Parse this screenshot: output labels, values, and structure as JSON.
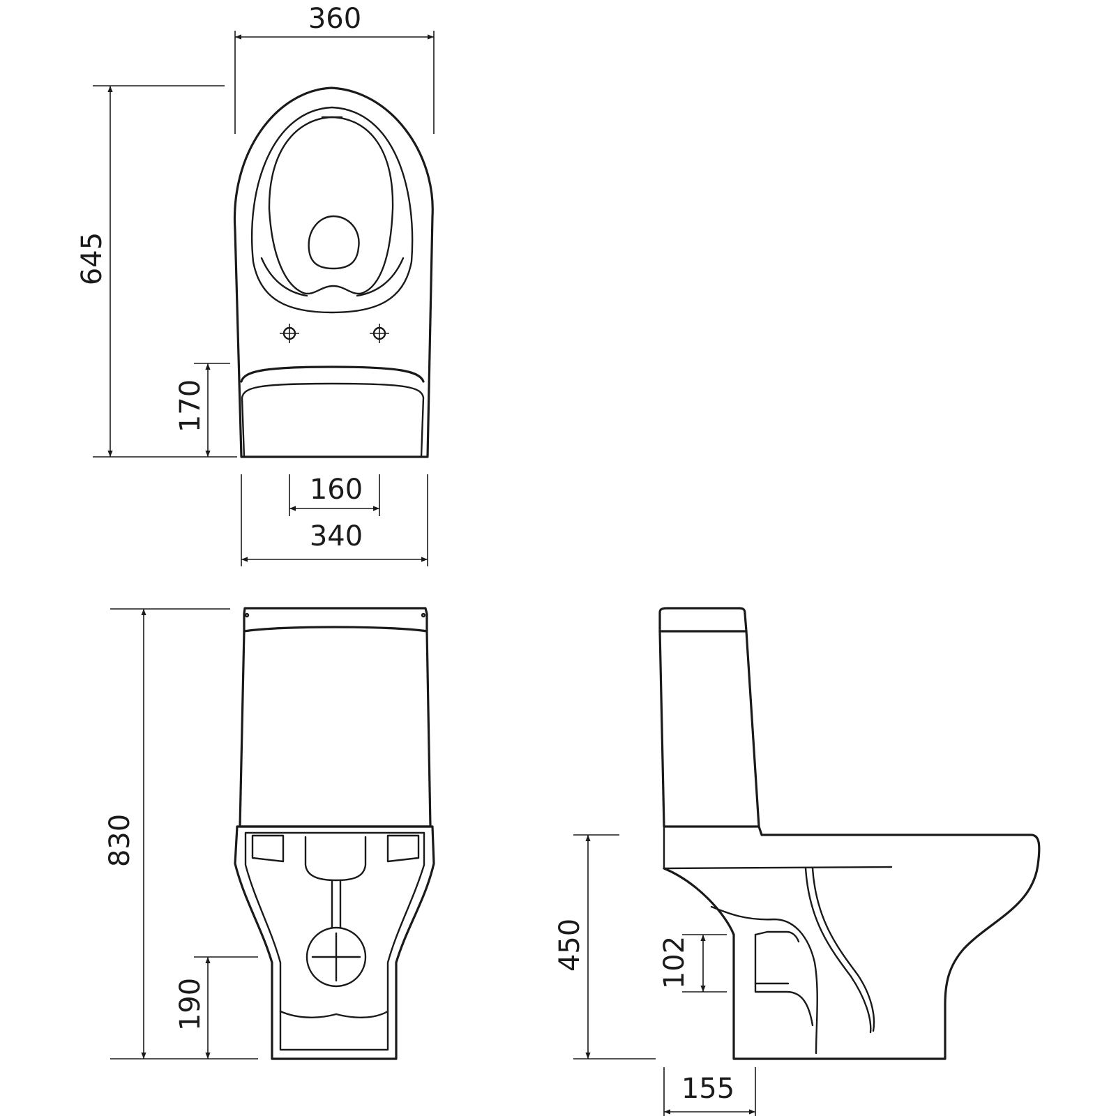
{
  "top_view": {
    "overall_width": "360",
    "overall_depth": "645",
    "rear_to_fixing": "170",
    "fixing_spacing": "160",
    "base_width": "340"
  },
  "front_view": {
    "total_height": "830",
    "outlet_height": "190"
  },
  "side_view": {
    "seat_height": "450",
    "outlet_diameter": "102",
    "outlet_offset": "155"
  }
}
